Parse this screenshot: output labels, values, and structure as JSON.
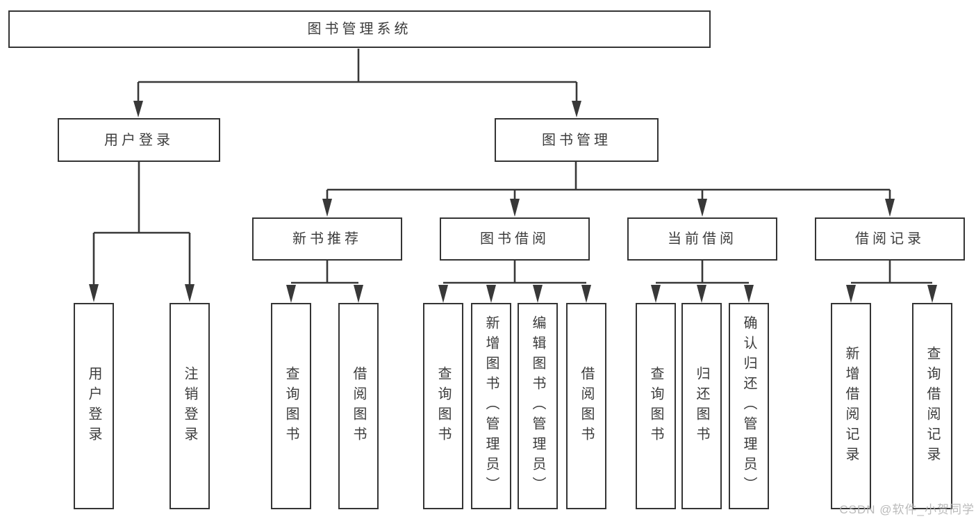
{
  "diagram": {
    "root": {
      "label": "图书管理系统"
    },
    "level2": [
      {
        "label": "用户登录"
      },
      {
        "label": "图书管理"
      }
    ],
    "level3": [
      {
        "label": "新书推荐"
      },
      {
        "label": "图书借阅"
      },
      {
        "label": "当前借阅"
      },
      {
        "label": "借阅记录"
      }
    ],
    "leaves": {
      "user_login": [
        "用户登录",
        "注销登录"
      ],
      "recommend": [
        "查询图书",
        "借阅图书"
      ],
      "borrow": [
        "查询图书",
        "新增图书（管理员）",
        "编辑图书（管理员）",
        "借阅图书"
      ],
      "current": [
        "查询图书",
        "归还图书",
        "确认归还（管理员）"
      ],
      "records": [
        "新增借阅记录",
        "查询借阅记录"
      ]
    },
    "colors": {
      "line": "#383838",
      "box_border": "#343434",
      "text": "#3c3c3c",
      "background": "#ffffff",
      "watermark": "#b2b2b2"
    }
  },
  "watermark": {
    "text": "CSDN @软件_小贺同学"
  }
}
